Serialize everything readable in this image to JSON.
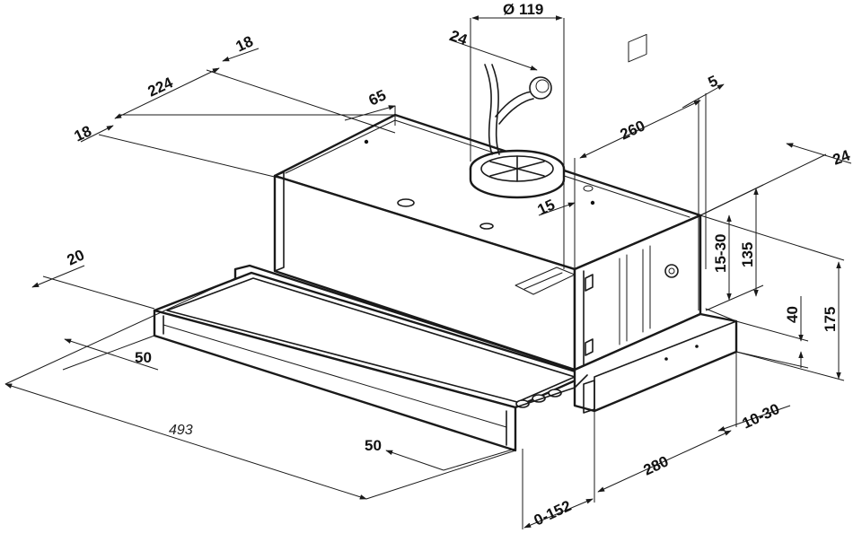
{
  "dimensions": {
    "d_119": "Ø 119",
    "d_24_top": "24",
    "d_18_top": "18",
    "d_224": "224",
    "d_18_left": "18",
    "d_65": "65",
    "d_5": "5",
    "d_260": "260",
    "d_24_right": "24",
    "d_15": "15",
    "d_15_30": "15-30",
    "d_135": "135",
    "d_40": "40",
    "d_175": "175",
    "d_20": "20",
    "d_50_left": "50",
    "d_493": "493",
    "d_50_bottom": "50",
    "d_10_30": "10-30",
    "d_280": "280",
    "d_0_152": "0-152"
  }
}
